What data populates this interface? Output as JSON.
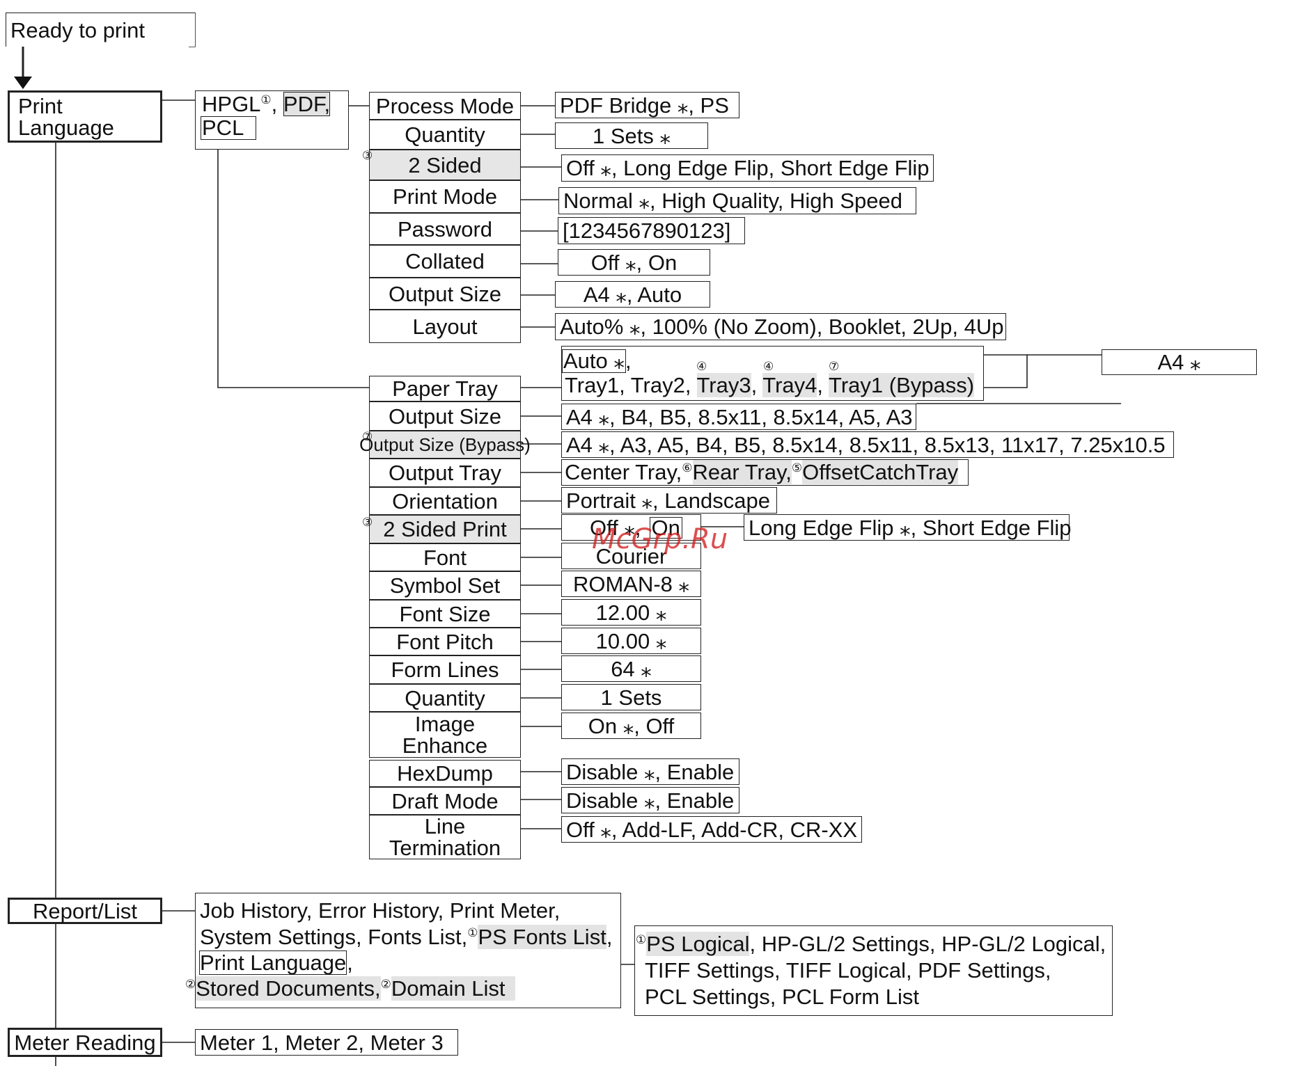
{
  "ready": "Ready to print",
  "l1": {
    "print_language": [
      "Print",
      "Language"
    ],
    "report_list": "Report/List",
    "meter_reading": "Meter Reading"
  },
  "lang": {
    "hpgl": "HPGL",
    "sep1": ", ",
    "pdf": "PDF,",
    "pcl": "PCL",
    "m1": "①"
  },
  "pdf_items": [
    "Process Mode",
    "Quantity",
    "2 Sided",
    "Print Mode",
    "Password",
    "Collated",
    "Output Size",
    "Layout"
  ],
  "pdf_vals": [
    "PDF Bridge ⁎, PS",
    "1 Sets ⁎",
    "Off ⁎, Long Edge Flip, Short Edge Flip",
    "Normal ⁎, High Quality, High Speed",
    "[1234567890123]",
    "Off ⁎, On",
    "A4 ⁎, Auto",
    "Auto% ⁎, 100% (No Zoom), Booklet, 2Up, 4Up"
  ],
  "pcl_items": [
    "Paper Tray",
    "Output Size",
    "Output Size (Bypass)",
    "Output Tray",
    "Orientation",
    "2 Sided Print",
    "Font",
    "Symbol Set",
    "Font Size",
    "Font Pitch",
    "Form Lines",
    "Quantity",
    [
      "Image",
      "Enhance"
    ],
    "HexDump",
    "Draft Mode",
    [
      "Line",
      "Termination"
    ]
  ],
  "pcl_vals": {
    "paper_tray": {
      "auto": "Auto ⁎",
      ",": ",",
      "t1": "Tray1, Tray2, ",
      "t3": "Tray3",
      ",2": ", ",
      "t4": "Tray4",
      ",3": ", ",
      "t1b": "Tray1 (Bypass)",
      "m4a": "④",
      "m4b": "④",
      "m7": "⑦",
      "a4": "A4 ⁎"
    },
    "output_size": "A4 ⁎, B4, B5, 8.5x11, 8.5x14, A5, A3",
    "output_size_bypass": "A4 ⁎, A3, A5, B4, B5, 8.5x14, 8.5x11, 8.5x13, 11x17, 7.25x10.5",
    "output_tray": {
      "center": "Center Tray,",
      "m6": "⑥",
      "rear": "Rear Tray,",
      "m5": "⑤",
      "offset": "OffsetCatchTray"
    },
    "orientation": "Portrait ⁎, Landscape",
    "two_sided": {
      "off": "Off ⁎,",
      "on": "On",
      "flip": "Long Edge Flip ⁎, Short Edge Flip"
    },
    "font": "Courier",
    "symbol_set": "ROMAN-8 ⁎",
    "font_size": "12.00 ⁎",
    "font_pitch": "10.00 ⁎",
    "form_lines": "64 ⁎",
    "quantity": "1 Sets",
    "image_enhance": "On ⁎, Off",
    "hexdump": "Disable ⁎, Enable",
    "draft_mode": "Disable ⁎, Enable",
    "line_termination": "Off ⁎, Add-LF, Add-CR, CR-XX"
  },
  "marks": {
    "two_sided": "③",
    "two_sided_print": "③",
    "bypass": "⑦"
  },
  "report": {
    "line1": "Job History, Error History, Print Meter,",
    "line2a": "System Settings, Fonts List,",
    "m1": "①",
    "line2b": "PS Fonts List",
    ",": ",",
    "line3": "Print Language",
    ",3": ",",
    "m2a": "②",
    "line4a": "Stored Documents,",
    "m2b": "②",
    "line4b": "Domain List"
  },
  "print_lang_list": {
    "m1": "①",
    "ps": "PS Logical",
    "line1b": ", HP-GL/2 Settings, HP-GL/2 Logical,",
    "line2": "TIFF Settings, TIFF Logical, PDF Settings,",
    "line3": "PCL Settings, PCL Form List"
  },
  "meter": "Meter 1, Meter 2, Meter 3",
  "watermark": "McGrp.Ru"
}
